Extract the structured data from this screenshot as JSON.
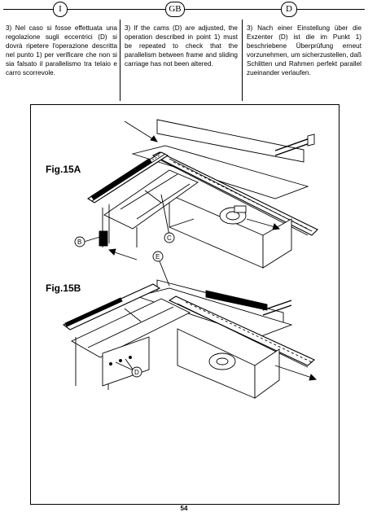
{
  "header": {
    "languages": [
      "I",
      "GB",
      "D"
    ]
  },
  "columns": [
    {
      "lang": "I",
      "text": "3) Nel caso si fosse effettuata una regolazione sugli eccentrici (D) si dovrà ripetere l'operazione descritta nel punto 1) per verificare che non si sia falsato il parallelismo tra telaio e carro scorrevole."
    },
    {
      "lang": "GB",
      "text": "3) If the cams (D) are adjusted, the operation described in point 1) must be repeated to check that the parallelism between frame and sliding carriage has not been altered."
    },
    {
      "lang": "D",
      "text": "3) Nach einer Einstellung über die Exzenter (D) ist die im Punkt 1) beschriebene Überprüfung erneut vorzunehmen, um sicherzustellen, daß Schlitten und Rahmen perfekt parallel zueinander verlaufen."
    }
  ],
  "figures": {
    "fig_a": {
      "label": "Fig.15A",
      "callouts": [
        "B",
        "C"
      ]
    },
    "fig_b": {
      "label": "Fig.15B",
      "callouts": [
        "E",
        "D"
      ]
    }
  },
  "footer": {
    "page_number": "54"
  }
}
